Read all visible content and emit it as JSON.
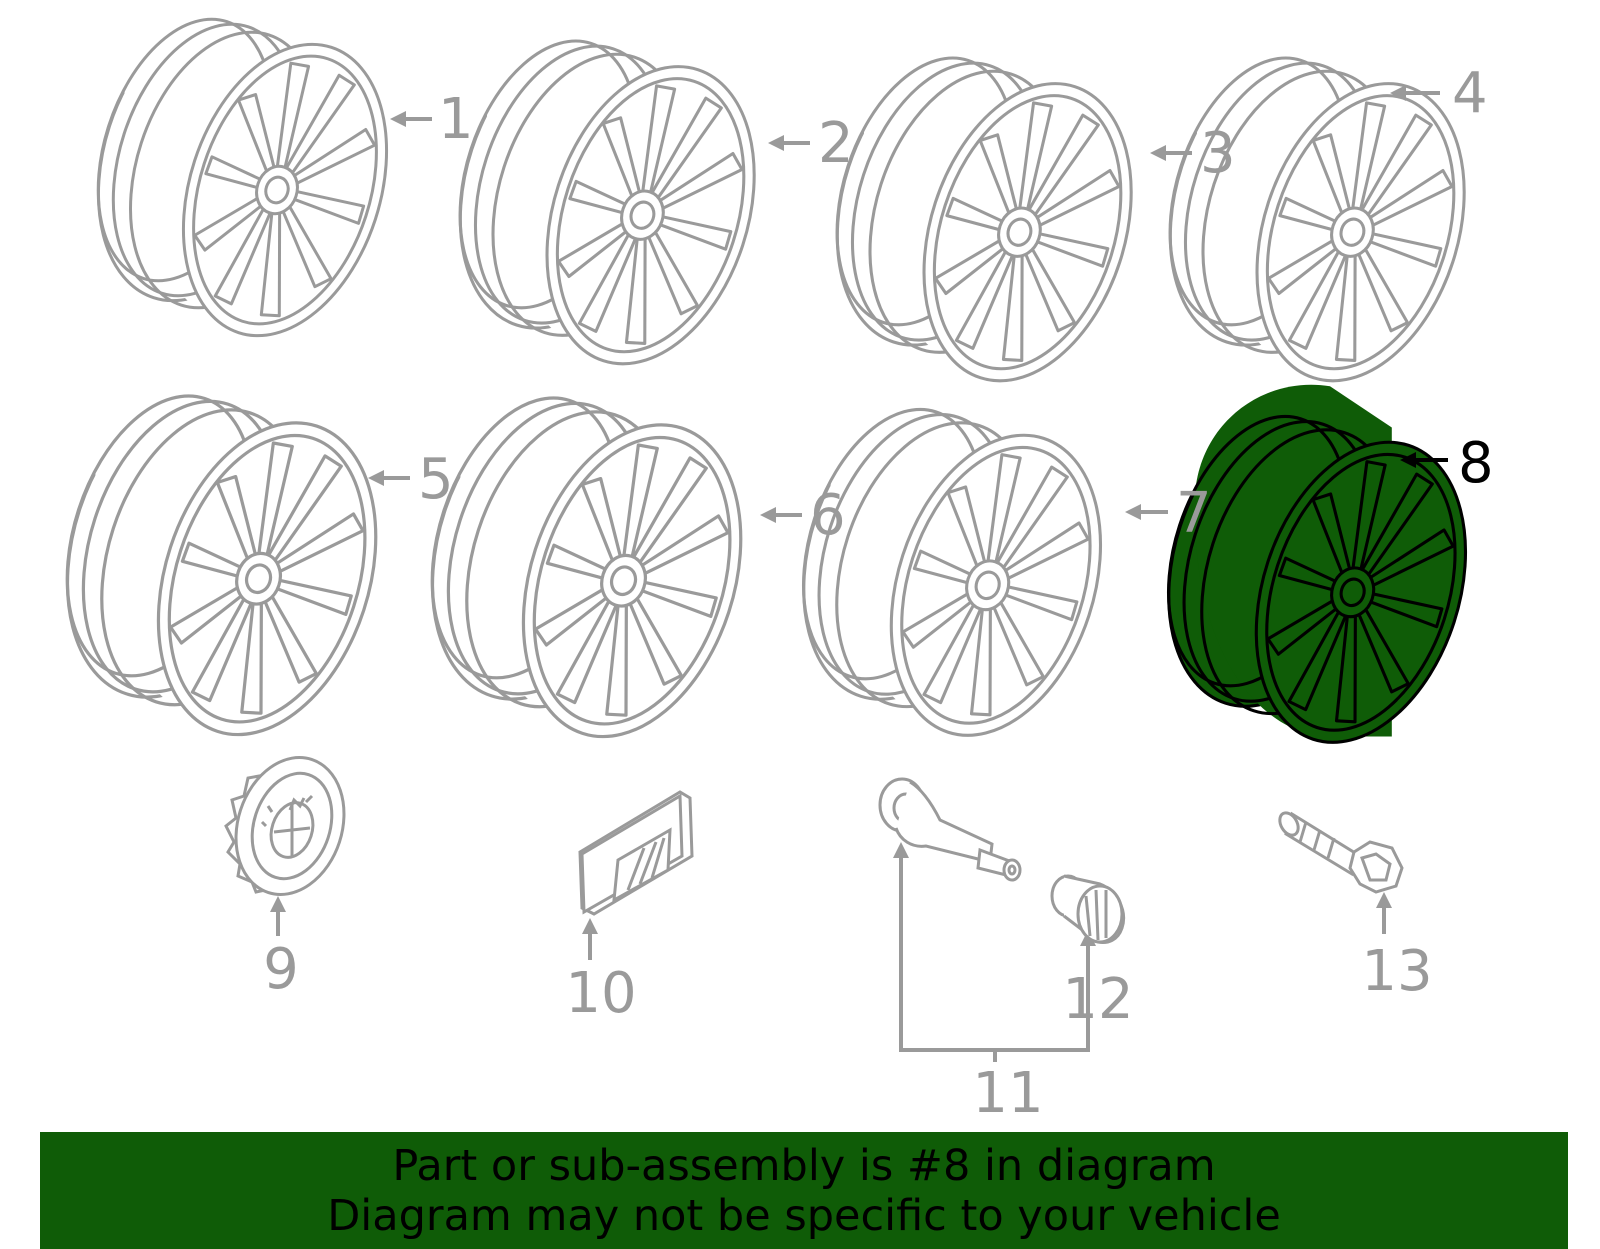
{
  "diagram": {
    "highlighted_part": "8",
    "colors": {
      "outline": "#9a9a9a",
      "highlight_fill": "#0f5c07",
      "highlight_stroke": "#000000",
      "banner": "#0f5c07",
      "label_active": "#000000"
    },
    "parts": [
      {
        "number": "1",
        "kind": "wheel"
      },
      {
        "number": "2",
        "kind": "wheel"
      },
      {
        "number": "3",
        "kind": "wheel"
      },
      {
        "number": "4",
        "kind": "wheel"
      },
      {
        "number": "5",
        "kind": "wheel"
      },
      {
        "number": "6",
        "kind": "wheel"
      },
      {
        "number": "7",
        "kind": "wheel"
      },
      {
        "number": "8",
        "kind": "wheel"
      },
      {
        "number": "9",
        "kind": "center-cap"
      },
      {
        "number": "10",
        "kind": "decal"
      },
      {
        "number": "11",
        "kind": "tpms-sensor-assembly"
      },
      {
        "number": "12",
        "kind": "valve-cap"
      },
      {
        "number": "13",
        "kind": "wheel-bolt"
      }
    ]
  },
  "banner": {
    "line1": "Part or sub-assembly is #8 in diagram",
    "line2": "Diagram may not be specific to your vehicle"
  }
}
